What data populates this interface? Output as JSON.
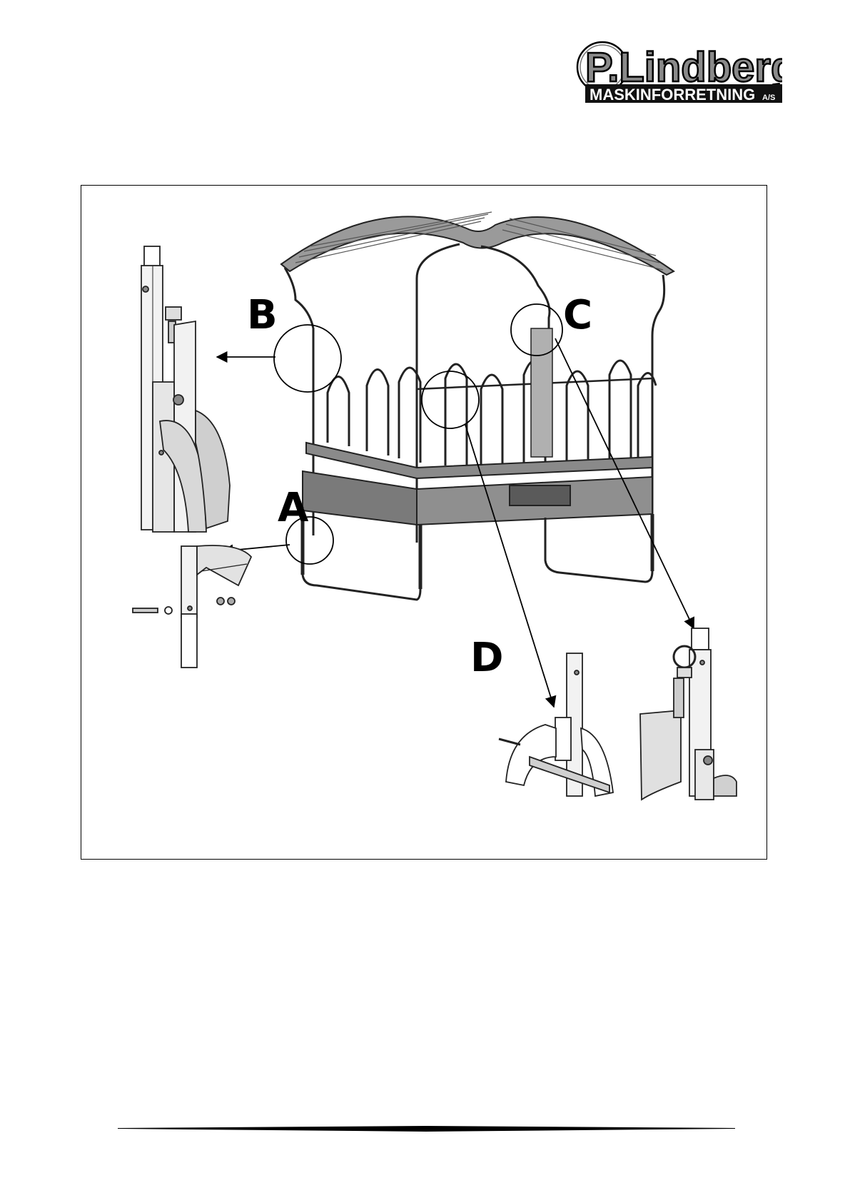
{
  "logo": {
    "brand": "P.Lindberg",
    "sub": "MASKINFORRETNING",
    "suffix": "A/S"
  },
  "figure": {
    "labels": {
      "a": "A",
      "b": "B",
      "c": "C",
      "d": "D"
    }
  }
}
